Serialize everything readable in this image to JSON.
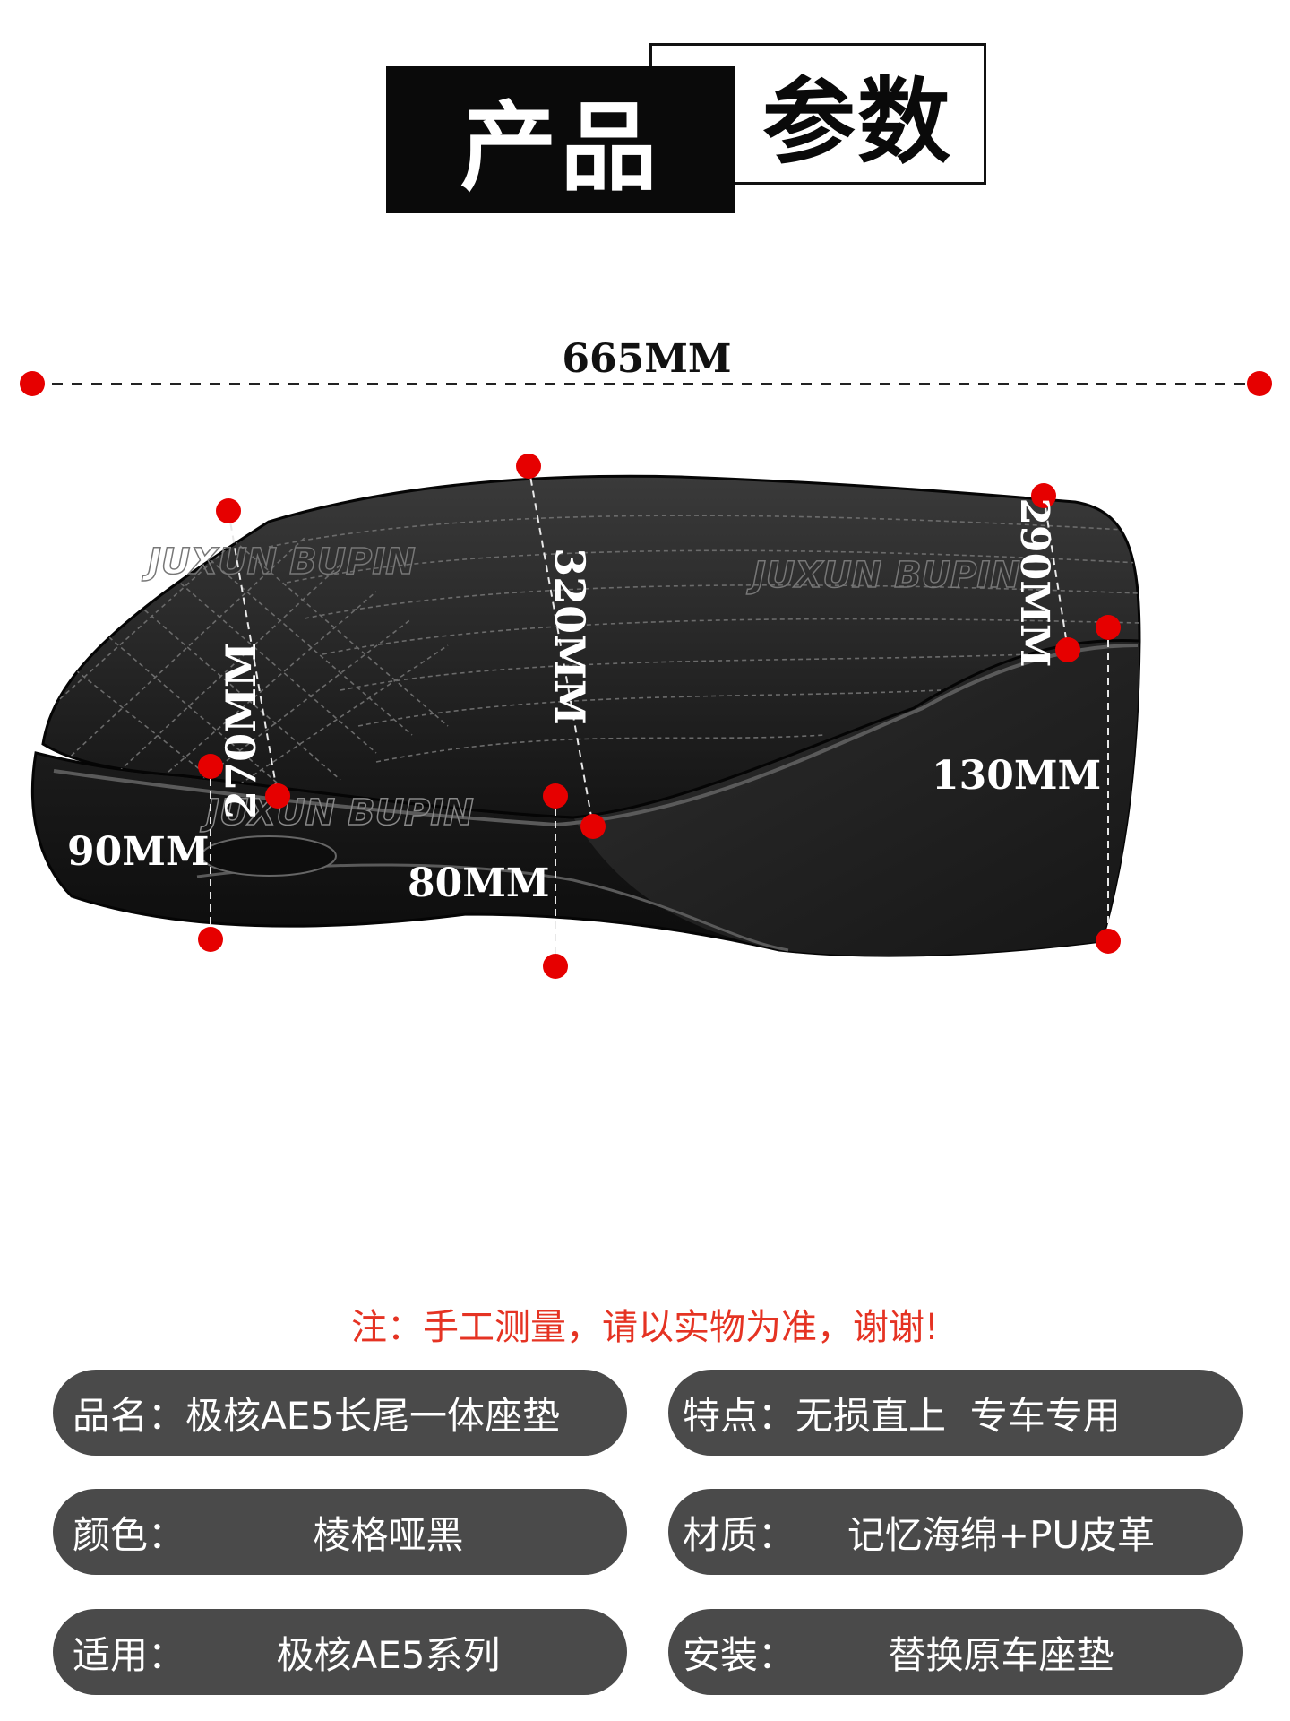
{
  "header": {
    "title_left": "产品",
    "title_right": "参数"
  },
  "dimensions": {
    "overall_length": "665MM",
    "front_width": "270MM",
    "mid_width": "320MM",
    "rear_width": "290MM",
    "front_height": "90MM",
    "mid_height": "80MM",
    "rear_height": "130MM"
  },
  "watermarks": [
    "JUXUN BUPIN",
    "JUXUN BUPIN",
    "JUXUN BUPIN"
  ],
  "colors": {
    "accent_red": "#e60000",
    "note_red": "#e53323",
    "pill_bg": "#4a4a4a",
    "seat_black": "#1a1a1a"
  },
  "note": "注：手工测量，请以实物为准，谢谢!",
  "specs": [
    {
      "label": "品名：",
      "value": "极核AE5长尾一体座垫"
    },
    {
      "label": "特点：",
      "value": "无损直上  专车专用"
    },
    {
      "label": "颜色：",
      "value": "棱格哑黑"
    },
    {
      "label": "材质：",
      "value": "记忆海绵+PU皮革"
    },
    {
      "label": "适用：",
      "value": "极核AE5系列"
    },
    {
      "label": "安装：",
      "value": "替换原车座垫"
    }
  ]
}
